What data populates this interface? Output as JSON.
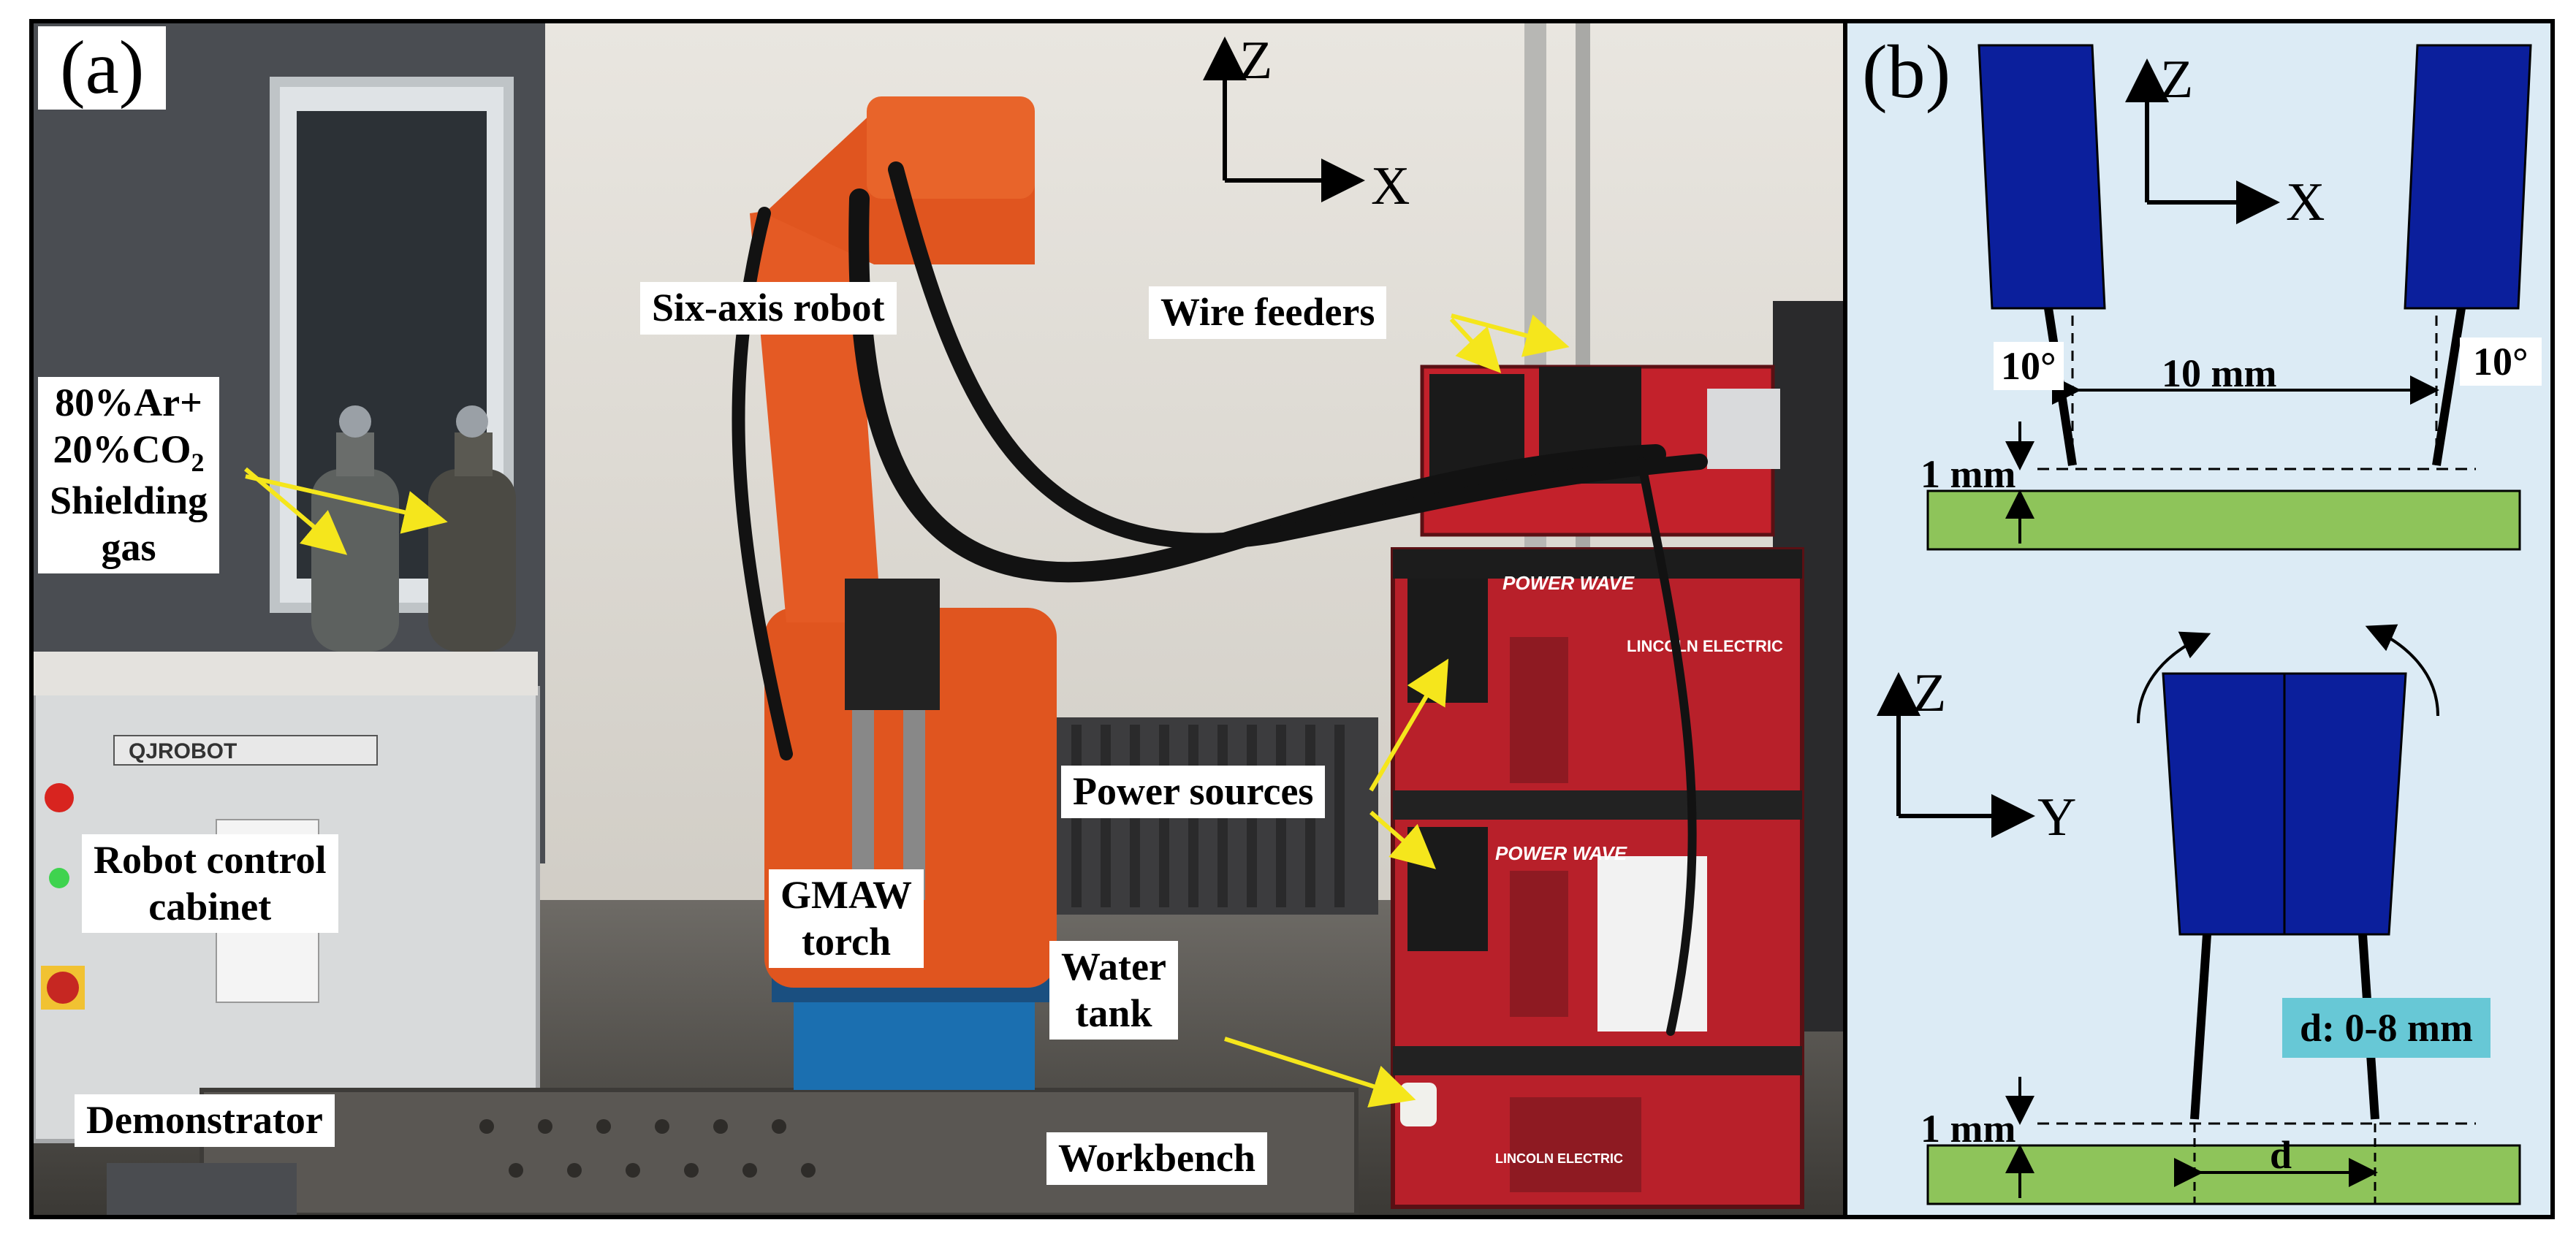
{
  "panel_a": {
    "tag": "(a)",
    "axes": {
      "z": "Z",
      "x": "X"
    },
    "labels": {
      "gas_line1": "80%Ar+",
      "gas_line2_prefix": "20%CO",
      "gas_line2_sub": "2",
      "gas_line3": "Shielding",
      "gas_line4": "gas",
      "robot": "Six-axis robot",
      "wire_feeders": "Wire feeders",
      "power_sources": "Power sources",
      "cabinet_line1": "Robot control",
      "cabinet_line2": "cabinet",
      "torch_line1": "GMAW",
      "torch_line2": "torch",
      "water_line1": "Water",
      "water_line2": "tank",
      "demonstrator": "Demonstrator",
      "workbench": "Workbench"
    },
    "photo_text": {
      "cabinet_brand": "QJROBOT",
      "power_wave_top": "POWER WAVE",
      "power_wave_mid": "POWER WAVE",
      "lincoln_top": "LINCOLN ELECTRIC",
      "lincoln_bottom": "LINCOLN ELECTRIC"
    },
    "colors": {
      "robot": "#e0551f",
      "power_source": "#b8202a",
      "arrow": "#f5e61c"
    }
  },
  "panel_b": {
    "tag": "(b)",
    "top_axes": {
      "z": "Z",
      "x": "X"
    },
    "bottom_axes": {
      "z": "Z",
      "y": "Y"
    },
    "angle_left": "10°",
    "angle_right": "10°",
    "spacing": "10 mm",
    "gap_top": "1 mm",
    "gap_bottom": "1 mm",
    "distance_label": "d",
    "range_badge": "d: 0-8 mm",
    "colors": {
      "torch": "#0b1f9c",
      "plate": "#8ec45a",
      "badge": "#67c8d6"
    }
  }
}
